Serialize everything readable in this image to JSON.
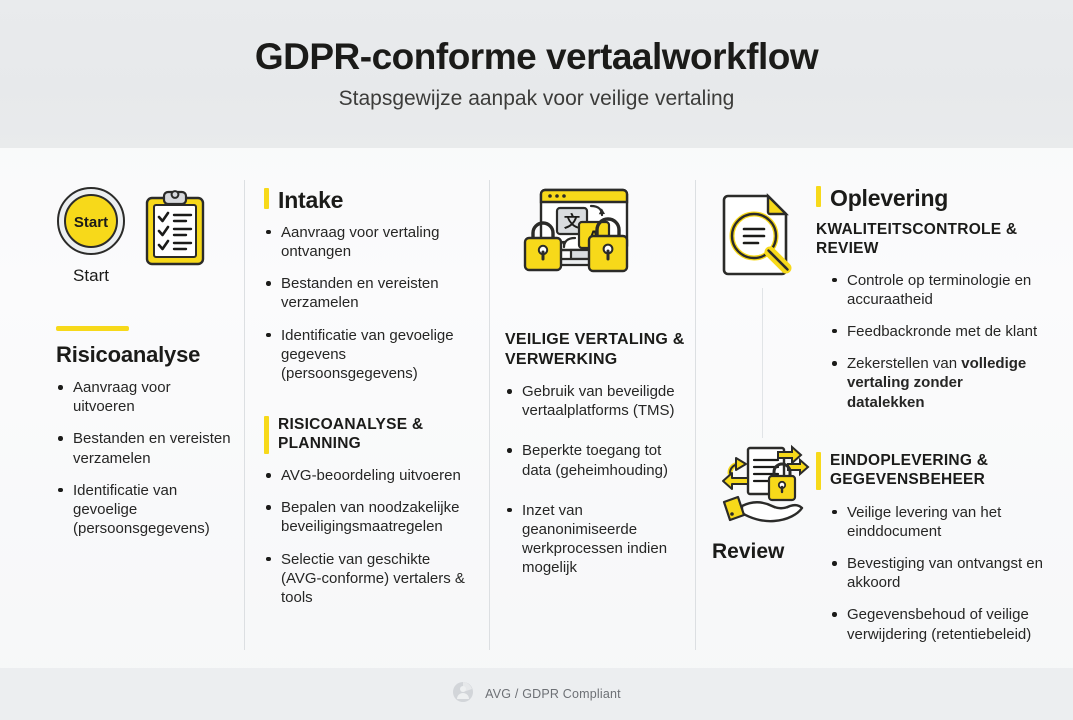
{
  "header": {
    "title": "GDPR-conforme vertaalworkflow",
    "subtitle": "Stapsgewijze aanpak voor veilige vertaling"
  },
  "colors": {
    "accent_yellow": "#f7d91a",
    "ink": "#1b1b19",
    "header_band": "#e8eaec",
    "divider": "#dcdfe2",
    "footer_band": "#eceef0"
  },
  "columns": {
    "col1": {
      "start_icon_label": "Start",
      "start_caption": "Start",
      "section": {
        "heading": "Risicoanalyse",
        "bullets": [
          "Aanvraag voor uitvoeren",
          "Bestanden en vereisten verzamelen",
          "Identificatie van gevoelige (persoonsgegevens)"
        ]
      }
    },
    "col2": {
      "section1": {
        "heading": "Intake",
        "bullets": [
          "Aanvraag voor vertaling ontvangen",
          "Bestanden en vereisten verzamelen",
          "Identificatie van gevoelige gegevens (persoonsgegevens)"
        ]
      },
      "section2": {
        "heading": "RISICOANALYSE & PLANNING",
        "bullets": [
          "AVG-beoordeling uitvoeren",
          "Bepalen van noodzakelijke beveiligingsmaatregelen",
          "Selectie van geschikte (AVG-conforme) vertalers & tools"
        ]
      }
    },
    "col3": {
      "section": {
        "heading": "VEILIGE VERTALING & VERWERKING",
        "bullets": [
          "Gebruik van beveiligde vertaalplatforms (TMS)",
          "Beperkte toegang tot data (geheimhouding)",
          "Inzet van geanonimiseerde werkprocessen indien mogelijk"
        ]
      }
    },
    "col4": {
      "section1": {
        "title": "Oplevering",
        "heading": "KWALITEITSCONTROLE & REVIEW",
        "bullets": [
          {
            "text": "Controle op terminologie en accuraatheid",
            "bold": ""
          },
          {
            "text": "Feedbackronde met de klant",
            "bold": ""
          },
          {
            "text": "Zekerstellen van ",
            "bold": "volledige vertaling zonder datalekken"
          }
        ]
      },
      "review_caption": "Review",
      "section2": {
        "heading": "EINDOPLEVERING & GEGEVENSBEHEER",
        "bullets": [
          "Veilige levering van het einddocument",
          "Bevestiging van ontvangst en akkoord",
          "Gegevensbehoud of veilige verwijdering (retentiebeleid)"
        ]
      }
    }
  },
  "footer": {
    "label": "AVG / GDPR Compliant"
  }
}
